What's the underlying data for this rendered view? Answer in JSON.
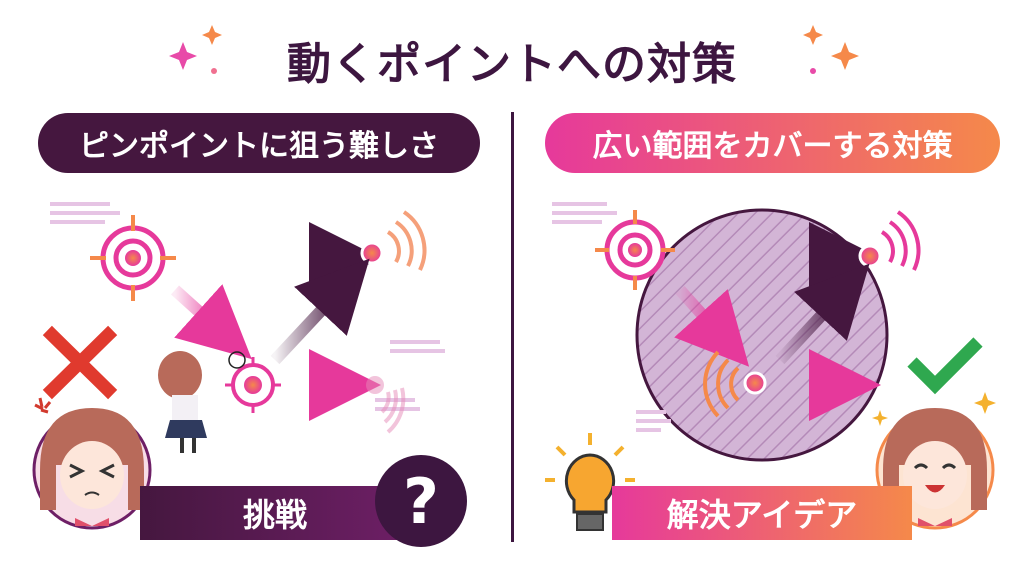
{
  "title": "動くポイントへの対策",
  "left_panel": {
    "header": "ピンポイントに狙う難しさ",
    "footer_label": "挑戦",
    "badge": "?"
  },
  "right_panel": {
    "header": "広い範囲をカバーする対策",
    "footer_label": "解決アイデア"
  },
  "colors": {
    "dark_purple": "#45173f",
    "pink": "#e6399b",
    "orange": "#f5894a",
    "red": "#e03a2e",
    "green": "#2fa84f"
  }
}
